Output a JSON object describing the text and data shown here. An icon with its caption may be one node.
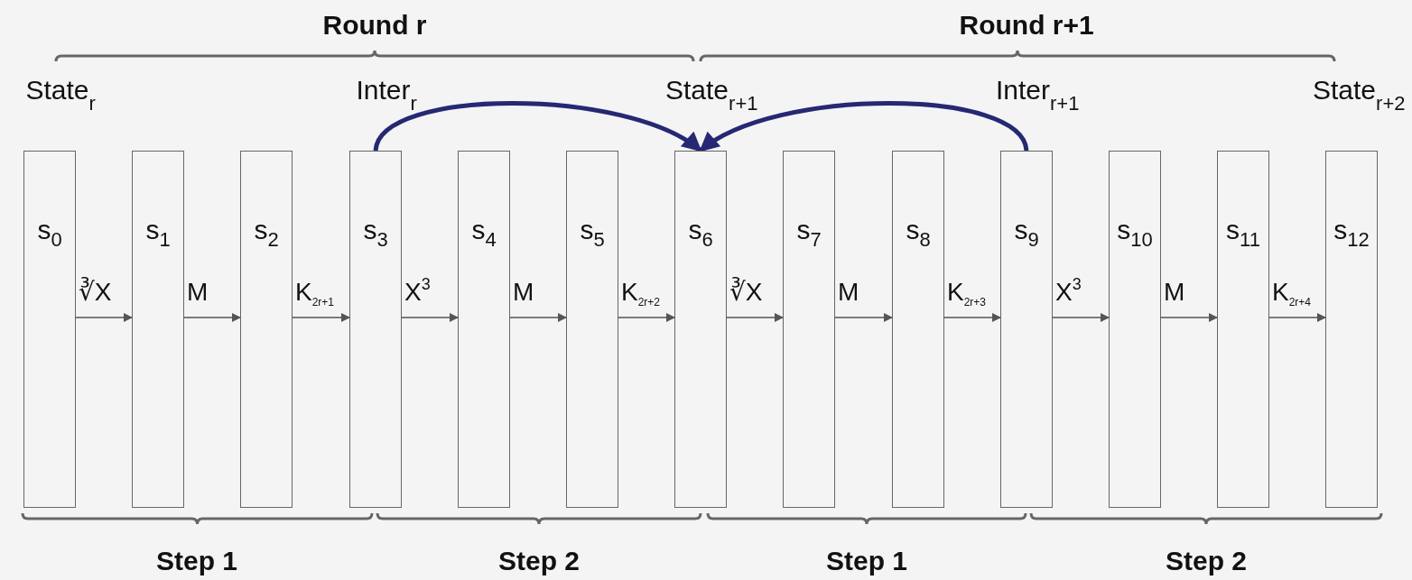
{
  "diagram": {
    "nodes": [
      {
        "text": [
          "s$_{0}$"
        ],
        "beside": [
          "State$_{r}$"
        ]
      },
      {
        "text": [
          "s$_{1}$"
        ]
      },
      {
        "text": [
          "s$_{2}$"
        ]
      },
      {
        "text": [
          "s$_{3}$"
        ],
        "beside": [
          "Inter$_{r}$"
        ]
      },
      {
        "text": [
          "s$_{4}$"
        ]
      },
      {
        "text": [
          "s$_{5}$"
        ]
      },
      {
        "text": [
          "s$_{6}$"
        ],
        "beside": [
          "State$_{r+1}$"
        ]
      },
      {
        "text": [
          "s$_{7}$"
        ]
      },
      {
        "text": [
          "s$_{8}$"
        ]
      },
      {
        "text": [
          "s$_{9}$"
        ],
        "beside": [
          "Inter$_{r+1}$"
        ]
      },
      {
        "text": [
          "s$_{10}$"
        ]
      },
      {
        "text": [
          "s$_{11}$"
        ]
      },
      {
        "text": [
          "s$_{12}$"
        ],
        "beside": [
          "State$_{r+2}$"
        ]
      }
    ],
    "edges": [
      {
        "from": 0,
        "to": 1,
        "arrow": "to",
        "label": "∛X"
      },
      {
        "from": 1,
        "to": 2,
        "arrow": "to",
        "label": "M"
      },
      {
        "from": 2,
        "to": 3,
        "arrow": "to",
        "label": "K$_{2r+1}$"
      },
      {
        "from": 3,
        "to": 4,
        "arrow": "to",
        "label": "X$^{3}$"
      },
      {
        "from": 4,
        "to": 5,
        "arrow": "to",
        "label": "M"
      },
      {
        "from": 5,
        "to": 6,
        "arrow": "to",
        "label": "K$_{2r+2}$"
      },
      {
        "from": 6,
        "to": 7,
        "arrow": "to",
        "label": "∛X"
      },
      {
        "from": 7,
        "to": 8,
        "arrow": "to",
        "label": "M"
      },
      {
        "from": 8,
        "to": 9,
        "arrow": "to",
        "label": "K$_{2r+3}$"
      },
      {
        "from": 9,
        "to": 10,
        "arrow": "to",
        "label": "X$^{3}$"
      },
      {
        "from": 10,
        "to": 11,
        "arrow": "to",
        "label": "M"
      },
      {
        "from": 11,
        "to": 12,
        "arrow": "to",
        "label": "K$_{2r+4}$"
      },
      {
        "from": 3,
        "to": 6,
        "arrow": "to",
        "style": "thick",
        "color": "#262873"
      },
      {
        "from": 9,
        "to": 6,
        "arrow": "to",
        "style": "thick",
        "color": "#262873"
      }
    ],
    "labels": [
      "Round r",
      "Round r+1",
      "Step 1",
      "Step 2",
      "Step 1",
      "Step 2"
    ]
  }
}
